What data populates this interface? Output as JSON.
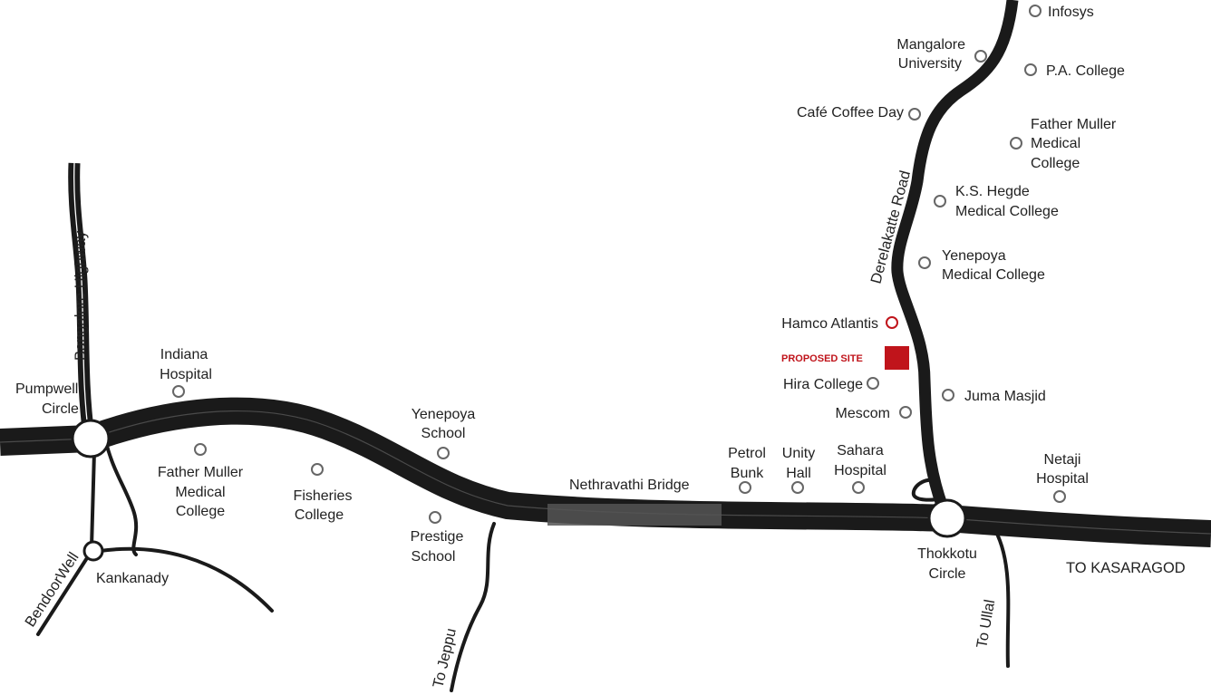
{
  "map": {
    "colors": {
      "road": "#1a1a1a",
      "accent": "#c0141b",
      "bridge": "#555555",
      "marker": "#666666"
    },
    "roads": {
      "bangalore_highway": "Bangalore Highway",
      "derelakatte_road": "Derelakatte Road",
      "bendoorwell": "BendoorWell",
      "to_jeppu": "To Jeppu",
      "to_ullal": "To Ullal",
      "to_kasaragod": "TO KASARAGOD",
      "nethravathi_bridge": "Nethravathi Bridge"
    },
    "junctions": {
      "pumpwell_1": "Pumpwell",
      "pumpwell_2": "Circle",
      "kankanady": "Kankanady",
      "thokkotu_1": "Thokkotu",
      "thokkotu_2": "Circle"
    },
    "proposed_site": "PROPOSED SITE",
    "landmarks": {
      "infosys": "Infosys",
      "mangalore_university_1": "Mangalore",
      "mangalore_university_2": "University",
      "pa_college": "P.A. College",
      "cafe_coffee_day": "Café Coffee Day",
      "father_muller_medical_1": "Father Muller",
      "father_muller_medical_2": "Medical",
      "father_muller_medical_3": "College",
      "ks_hegde_1": "K.S. Hegde",
      "ks_hegde_2": "Medical College",
      "yenepoya_medical_1": "Yenepoya",
      "yenepoya_medical_2": "Medical College",
      "hamco_atlantis": "Hamco Atlantis",
      "hira_college": "Hira College",
      "mescom": "Mescom",
      "juma_masjid": "Juma Masjid",
      "netaji_hospital_1": "Netaji",
      "netaji_hospital_2": "Hospital",
      "indiana_hospital_1": "Indiana",
      "indiana_hospital_2": "Hospital",
      "father_muller_college_1": "Father Muller",
      "father_muller_college_2": "Medical",
      "father_muller_college_3": "College",
      "fisheries_college_1": "Fisheries",
      "fisheries_college_2": "College",
      "yenepoya_school_1": "Yenepoya",
      "yenepoya_school_2": "School",
      "prestige_school_1": "Prestige",
      "prestige_school_2": "School",
      "petrol_bunk_1": "Petrol",
      "petrol_bunk_2": "Bunk",
      "unity_hall_1": "Unity",
      "unity_hall_2": "Hall",
      "sahara_hospital_1": "Sahara",
      "sahara_hospital_2": "Hospital"
    }
  }
}
